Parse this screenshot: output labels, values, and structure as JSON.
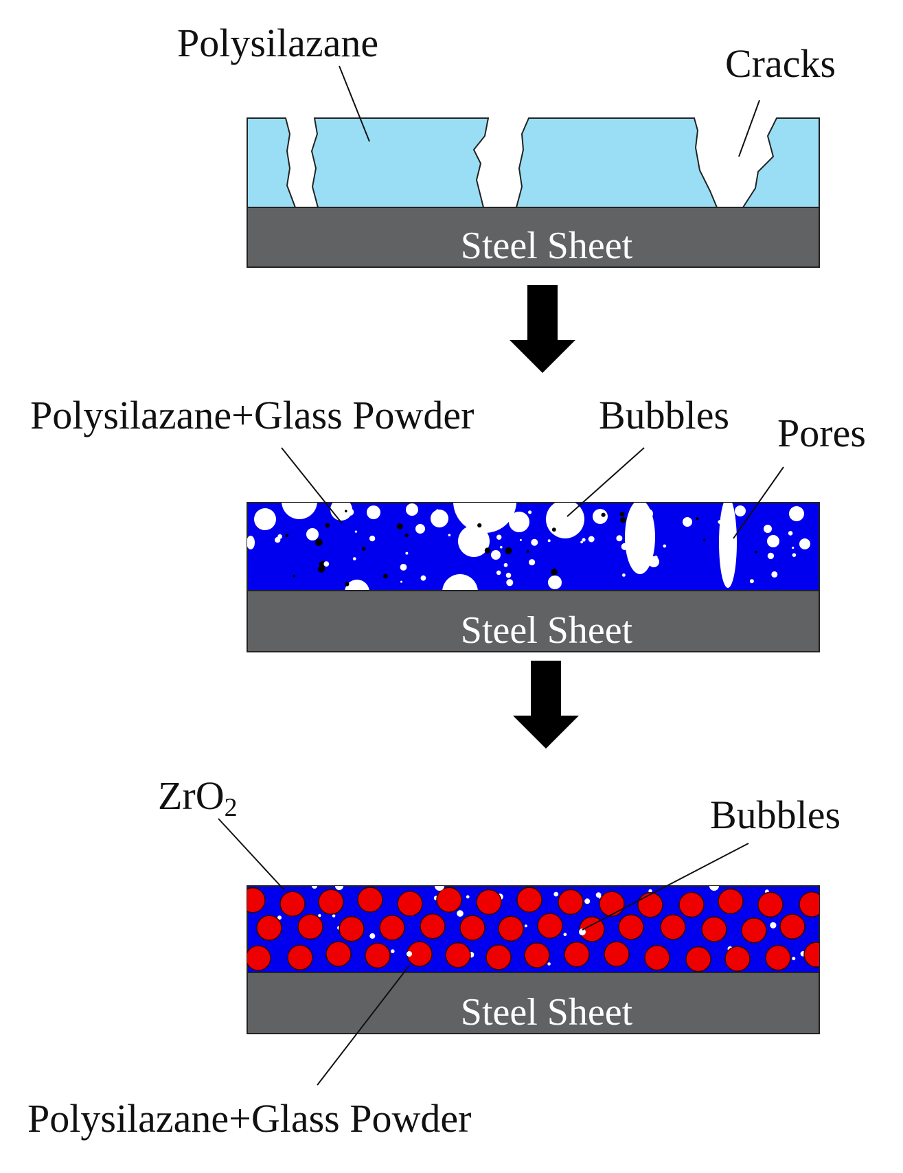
{
  "panels": [
    {
      "id": "polysilazane-only",
      "coating_label": "Polysilazane",
      "defect_label": "Cracks",
      "substrate_label": "Steel Sheet",
      "colors": {
        "coating": "#99def4",
        "substrate": "#616264"
      }
    },
    {
      "id": "polysilazane-glass",
      "coating_label": "Polysilazane+Glass Powder",
      "defect_labels": [
        "Bubbles",
        "Pores"
      ],
      "substrate_label": "Steel Sheet",
      "colors": {
        "coating": "#0000ee",
        "voids": "#ffffff"
      }
    },
    {
      "id": "polysilazane-glass-zro2",
      "filler_label_main": "ZrO",
      "filler_label_sub": "2",
      "defect_label": "Bubbles",
      "coating_label": "Polysilazane+Glass Powder",
      "substrate_label": "Steel Sheet",
      "colors": {
        "coating": "#0000ee",
        "filler": "#ee0000"
      }
    }
  ],
  "arrow_color": "#000000"
}
